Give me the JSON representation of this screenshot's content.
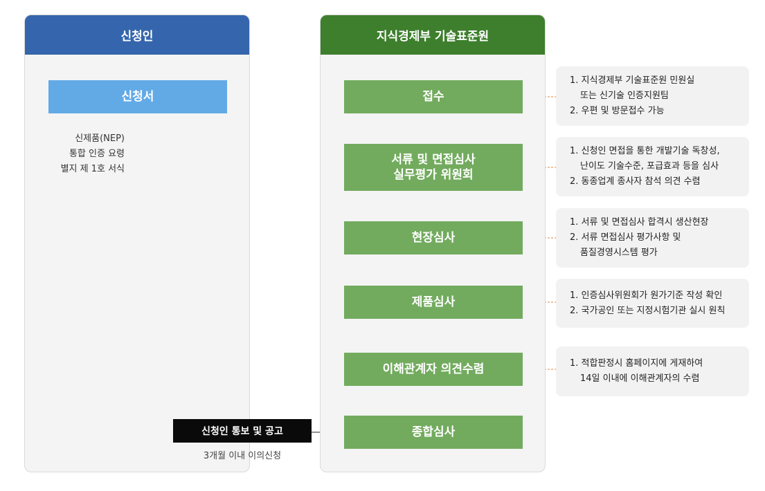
{
  "lanes": {
    "applicant": {
      "title": "신청인"
    },
    "agency": {
      "title": "지식경제부 기술표준원"
    }
  },
  "applicant": {
    "form_box": "신청서",
    "form_note": [
      "신제품(NEP)",
      "통합 인증 요령",
      "별지 제 1호 서식"
    ],
    "notify_box": "신청인 통보 및 공고",
    "notify_sub": "3개월 이내 이의신청"
  },
  "steps": [
    {
      "lines": [
        "접수"
      ],
      "note": [
        {
          "text": "1. 지식경제부 기술표준원 민원실",
          "cont": false
        },
        {
          "text": "또는 신기술 인증지원팀",
          "cont": true
        },
        {
          "text": "2. 우편 및 방문접수 가능",
          "cont": false
        }
      ]
    },
    {
      "lines": [
        "서류 및 면접심사",
        "실무평가 위원회"
      ],
      "note": [
        {
          "text": "1. 신청인 면접을 통한 개발기술 독창성,",
          "cont": false
        },
        {
          "text": "난이도 기술수준, 포급효과 등을 심사",
          "cont": true
        },
        {
          "text": "2. 동종업계 종사자 참석 의견 수렴",
          "cont": false
        }
      ]
    },
    {
      "lines": [
        "현장심사"
      ],
      "note": [
        {
          "text": "1. 서류 및 면접심사 합격시 생산현장",
          "cont": false
        },
        {
          "text": "2. 서류 면접심사 평가사항 및",
          "cont": false
        },
        {
          "text": "품질경영시스템 평가",
          "cont": true
        }
      ]
    },
    {
      "lines": [
        "제품심사"
      ],
      "note": [
        {
          "text": "1. 인증심사위원회가 원가기준 작성 확인",
          "cont": false
        },
        {
          "text": "2. 국가공인 또는 지정시험기관 실시 원칙",
          "cont": false
        }
      ]
    },
    {
      "lines": [
        "이해관계자 의견수렴"
      ],
      "note": [
        {
          "text": "1. 적합판정시 홈페이지에 게재하여",
          "cont": false
        },
        {
          "text": "14일 이내에 이해관계자의 수렴",
          "cont": true
        }
      ]
    },
    {
      "lines": [
        "종합심사"
      ],
      "note": []
    }
  ],
  "colors": {
    "applicant_header": "#3566ad",
    "agency_header": "#3e7f2d",
    "step_box": "#72ab5e",
    "form_box": "#62aae6",
    "connector_dash": "#e0853a"
  }
}
